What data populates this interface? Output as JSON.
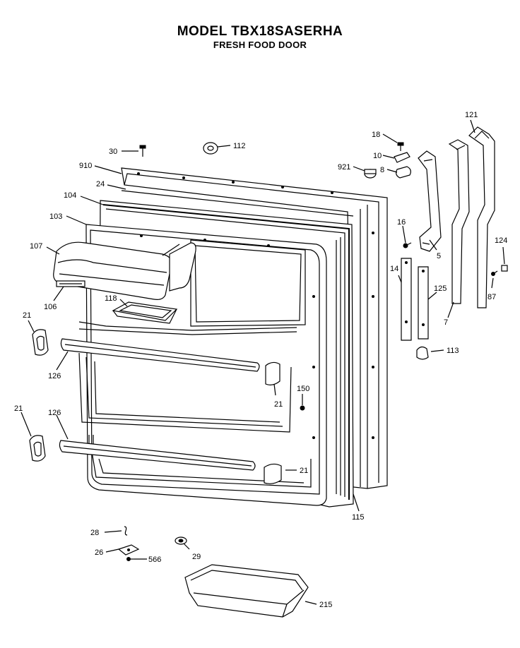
{
  "title": "MODEL TBX18SASERHA",
  "subtitle": "FRESH FOOD DOOR",
  "labels": {
    "l30": "30",
    "l112": "112",
    "l910": "910",
    "l24": "24",
    "l104": "104",
    "l103": "103",
    "l107": "107",
    "l106": "106",
    "l118": "118",
    "l21a": "21",
    "l126a": "126",
    "l21b": "21",
    "l126b": "126",
    "l21c": "21",
    "l21d": "21",
    "l150": "150",
    "l115": "115",
    "l18": "18",
    "l10": "10",
    "l921": "921",
    "l8": "8",
    "l16": "16",
    "l5": "5",
    "l14": "14",
    "l125": "125",
    "l121": "121",
    "l124": "124",
    "l87": "87",
    "l7": "7",
    "l113": "113",
    "l28": "28",
    "l26": "26",
    "l566": "566",
    "l29": "29",
    "l215": "215"
  }
}
